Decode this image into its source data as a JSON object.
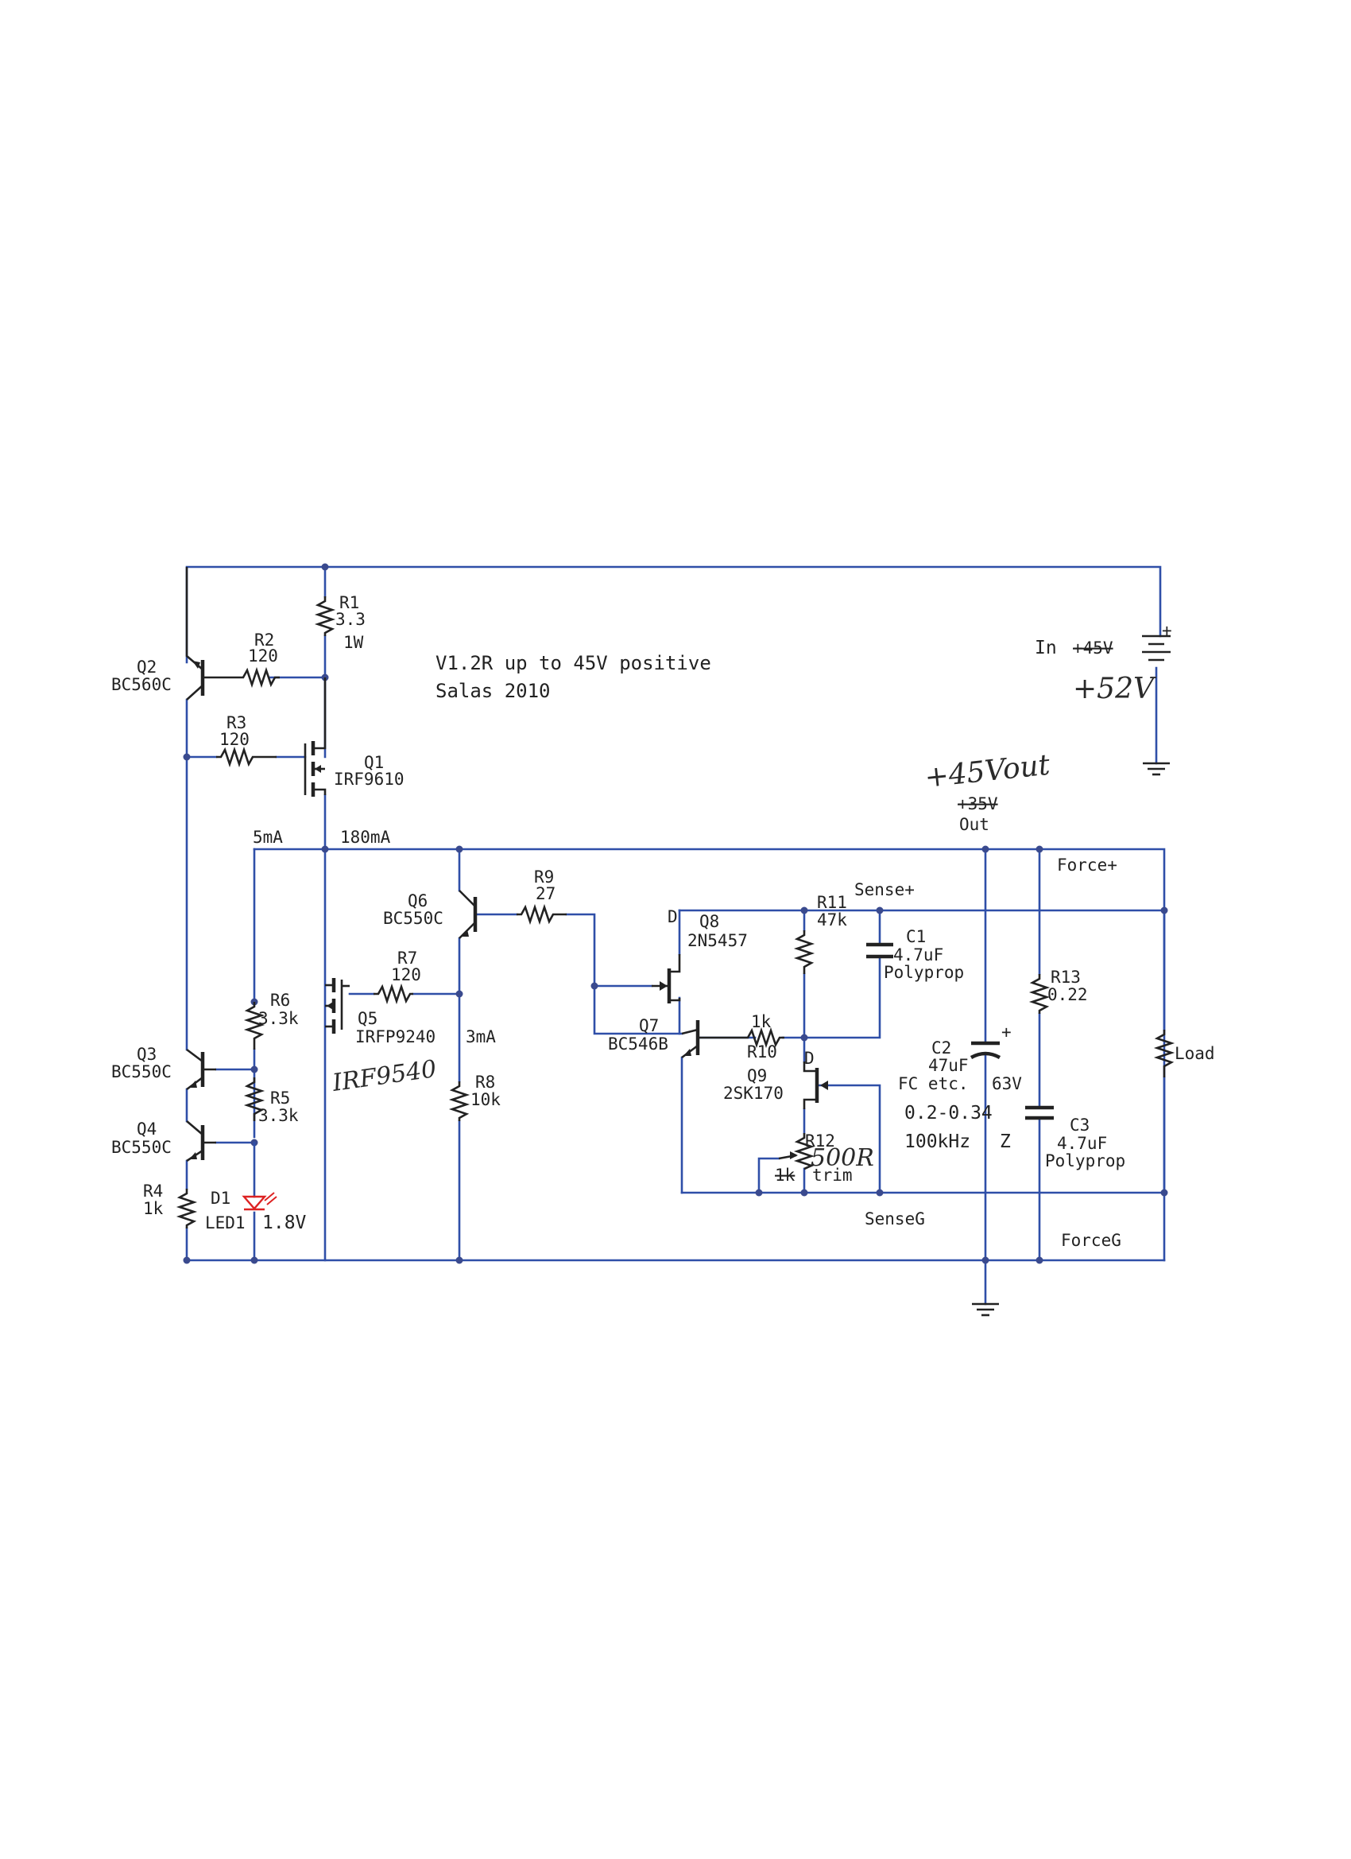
{
  "title": {
    "line1": "V1.2R up to 45V positive",
    "line2": "Salas 2010"
  },
  "labels": {
    "q2_name": "Q2",
    "q2_part": "BC560C",
    "r2_name": "R2",
    "r2_value": "120",
    "r1_name": "R1",
    "r1_value": "3.3",
    "r1_power": "1W",
    "r3_name": "R3",
    "r3_value": "120",
    "q1_name": "Q1",
    "q1_part": "IRF9610",
    "i_5ma": "5mA",
    "i_180ma": "180mA",
    "i_3ma": "3mA",
    "q6_name": "Q6",
    "q6_part": "BC550C",
    "r9_name": "R9",
    "r9_value": "27",
    "r7_name": "R7",
    "r7_value": "120",
    "q5_name": "Q5",
    "q5_part": "IRFP9240",
    "q5_hand": "IRF9540",
    "r6_name": "R6",
    "r6_value": "3.3k",
    "r5_name": "R5",
    "r5_value": "3.3k",
    "q3_name": "Q3",
    "q3_part": "BC550C",
    "q4_name": "Q4",
    "q4_part": "BC550C",
    "r4_name": "R4",
    "r4_value": "1k",
    "d1_name": "D1",
    "d1_part": "LED1",
    "d1_voltage": "1.8V",
    "r8_name": "R8",
    "r8_value": "10k",
    "q8_d": "D",
    "q8_name": "Q8",
    "q8_part": "2N5457",
    "q7_name": "Q7",
    "q7_part": "BC546B",
    "r10_value": "1k",
    "r10_name": "R10",
    "r11_name": "R11",
    "r11_value": "47k",
    "c1_name": "C1",
    "c1_value": "4.7uF",
    "c1_type": "Polyprop",
    "q9_d": "D",
    "q9_name": "Q9",
    "q9_part": "2SK170",
    "r12_name": "R12",
    "r12_hand": "500R",
    "r12_old": "1k",
    "r12_trim": "trim",
    "sense_plus": "Sense+",
    "sense_g": "SenseG",
    "force_plus": "Force+",
    "force_g": "ForceG",
    "r13_name": "R13",
    "r13_value": "0.22",
    "c2_name": "C2",
    "c2_value": "47uF",
    "c2_type": "FC etc.",
    "c2_voltage": "63V",
    "z_range": "0.2-0.34",
    "z_freq": "100kHz",
    "z_symbol": "Z",
    "c3_name": "C3",
    "c3_value": "4.7uF",
    "c3_type": "Polyprop",
    "load": "Load",
    "in_label": "In",
    "in_old": "+45V",
    "in_hand": "+52V",
    "out_hand": "+45Vout",
    "out_old": "+35V",
    "out_label": "Out",
    "plus": "+",
    "c2_plus": "+"
  }
}
